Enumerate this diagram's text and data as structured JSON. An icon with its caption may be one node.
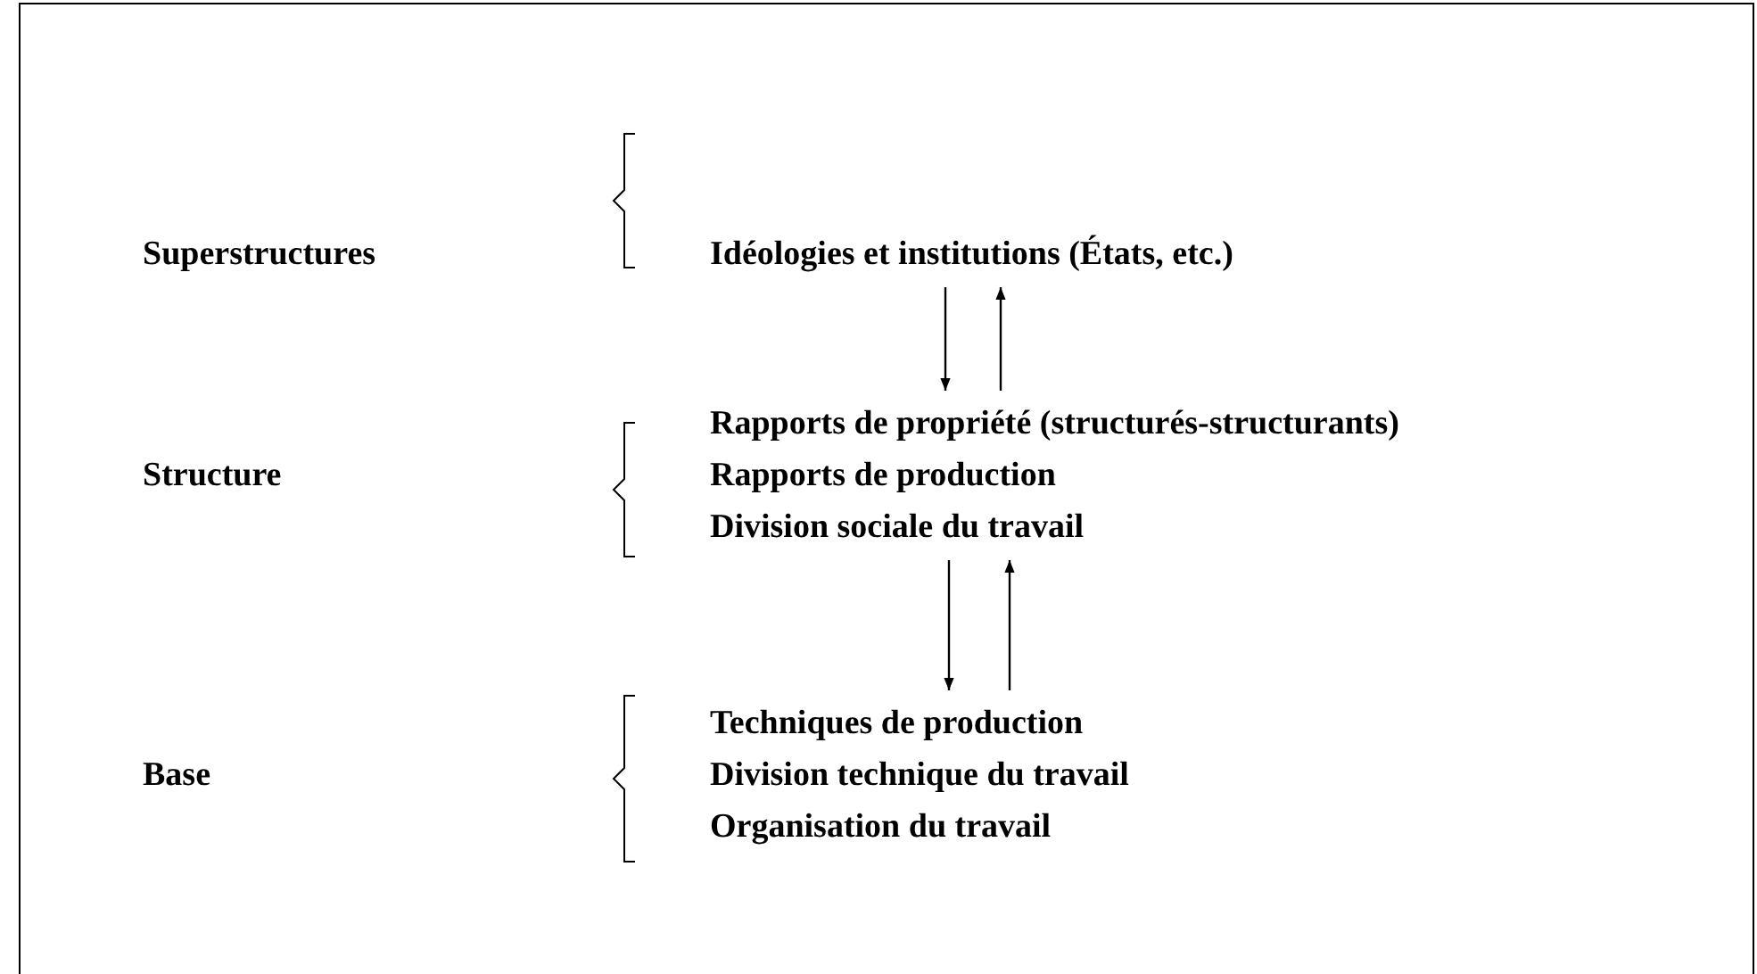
{
  "diagram": {
    "nodes": [
      {
        "text": [
          "Idéologies et institutions (États, etc.)"
        ]
      },
      {
        "text": [
          "Rapports de propriété (structurés-structurants)",
          "Rapports de production",
          "Division sociale du travail"
        ]
      },
      {
        "text": [
          "Techniques de production",
          "Division technique du travail",
          "Organisation du travail"
        ]
      }
    ],
    "edges": [
      {
        "from": 0,
        "to": 1,
        "arrow": "to"
      },
      {
        "from": 1,
        "to": 0,
        "arrow": "to"
      },
      {
        "from": 1,
        "to": 2,
        "arrow": "to"
      },
      {
        "from": 2,
        "to": 1,
        "arrow": "to"
      }
    ],
    "labels": [
      "Superstructures",
      "Structure",
      "Base"
    ]
  }
}
